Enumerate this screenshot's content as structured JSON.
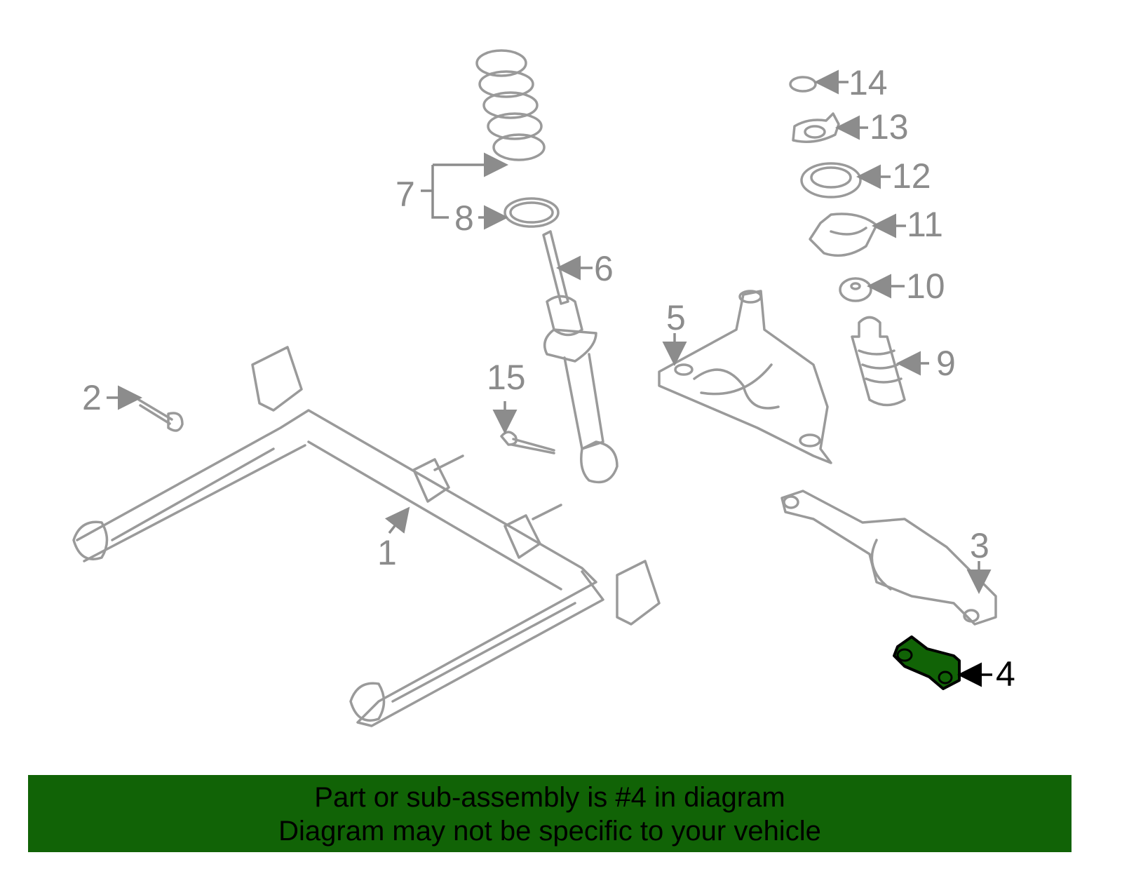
{
  "diagram": {
    "highlight_color": "#116306",
    "highlighted_part": "4",
    "callouts": [
      "1",
      "2",
      "3",
      "4",
      "5",
      "6",
      "7",
      "8",
      "9",
      "10",
      "11",
      "12",
      "13",
      "14",
      "15"
    ]
  },
  "banner": {
    "line1": "Part or sub-assembly is #4 in diagram",
    "line2": "Diagram may not be specific to your vehicle",
    "background": "#116306"
  }
}
